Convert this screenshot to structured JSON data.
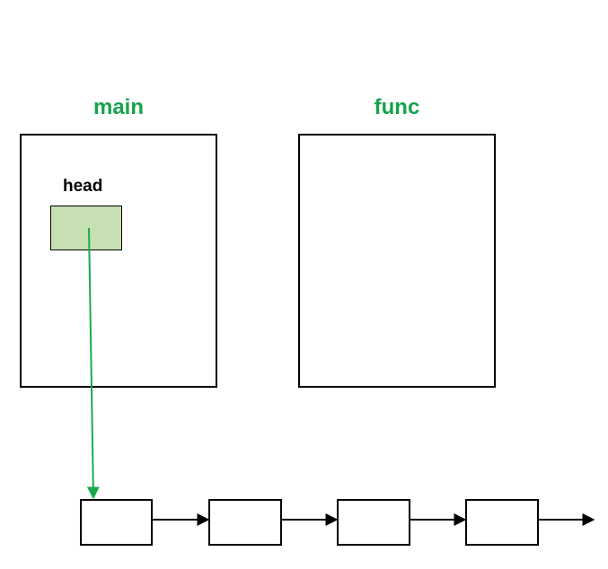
{
  "frames": {
    "main": {
      "title": "main",
      "variable": {
        "label": "head"
      }
    },
    "func": {
      "title": "func"
    }
  },
  "list": {
    "node_count": 4,
    "ends_with_open_arrow": true
  },
  "colors": {
    "frame_title": "#16a34a",
    "pointer_arrow": "#1aaa4f",
    "variable_fill": "#c6e0b4",
    "link_arrow": "#000000",
    "border": "#000000"
  }
}
